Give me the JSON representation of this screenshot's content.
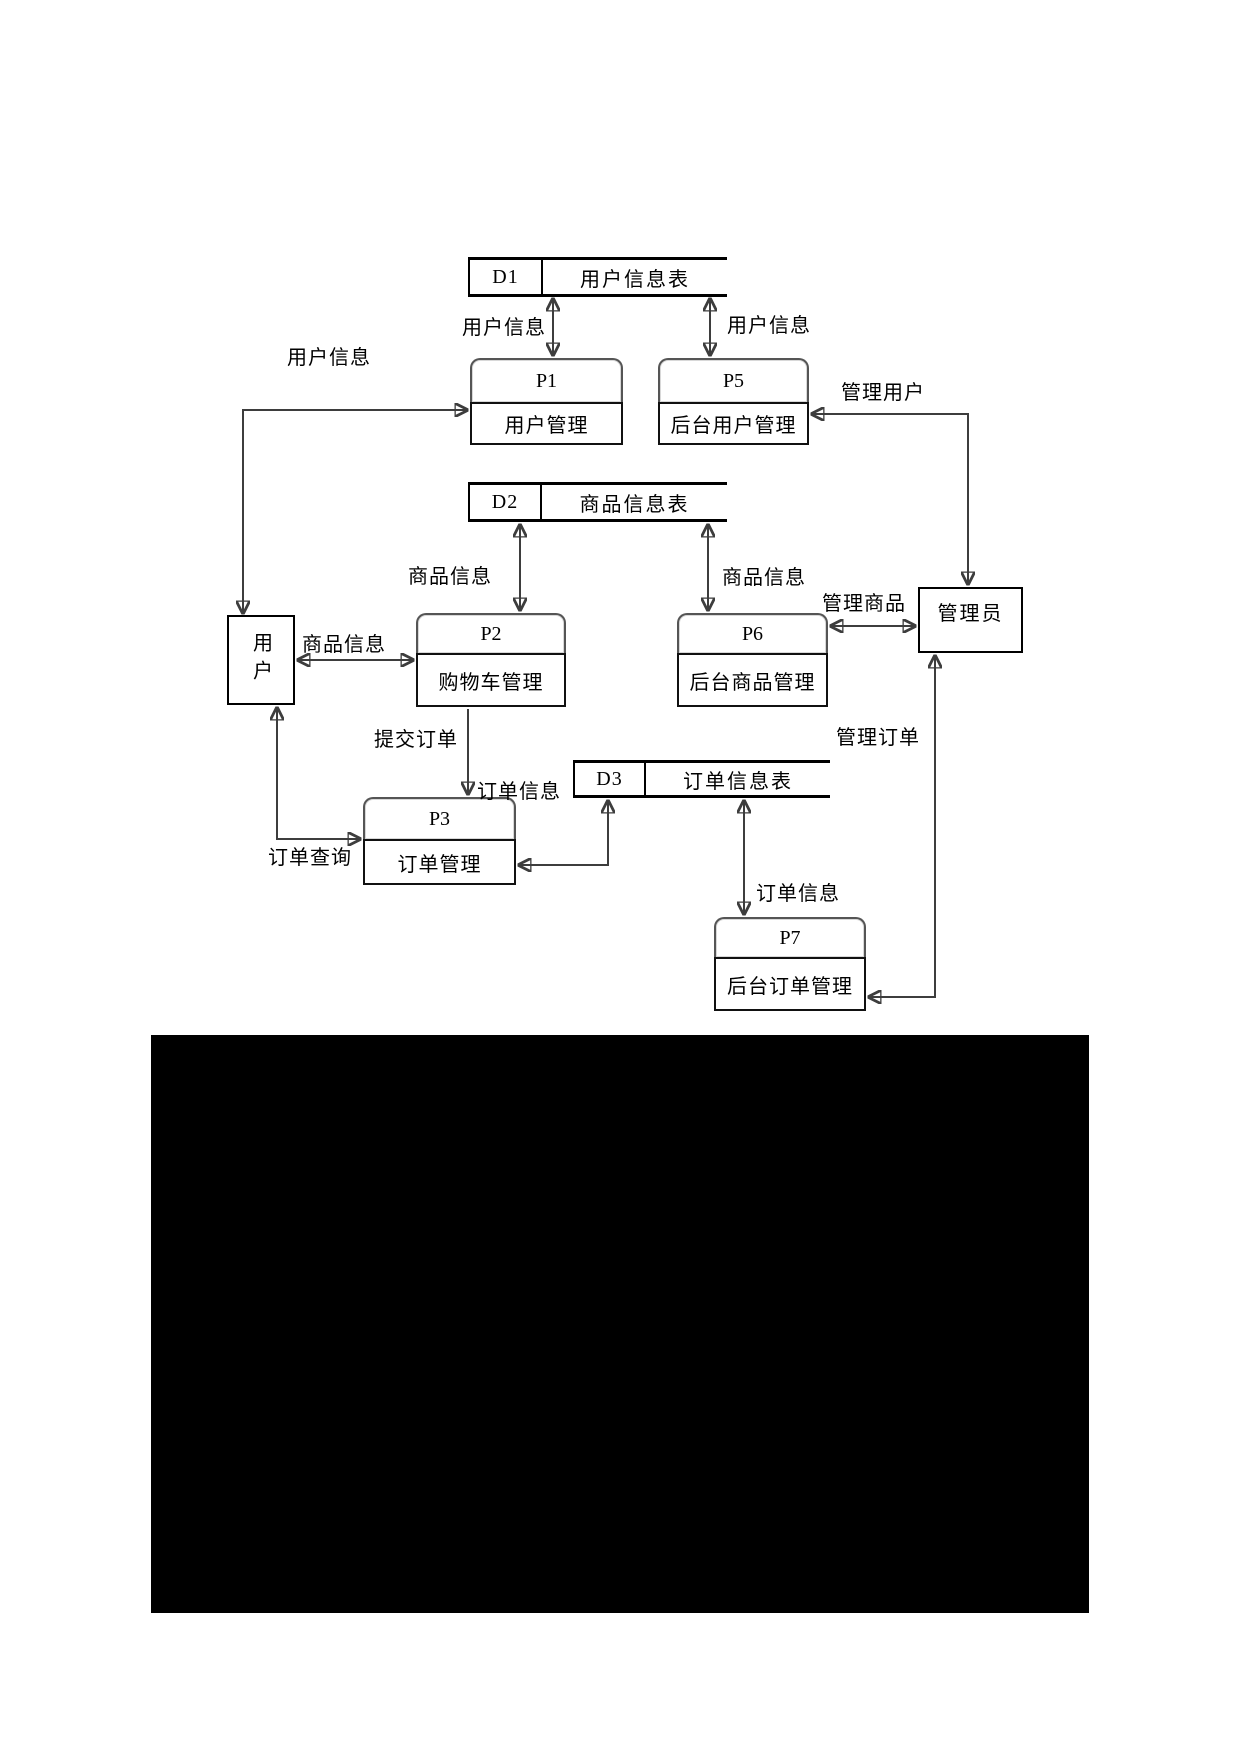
{
  "diagram": {
    "stores": [
      {
        "id": "D1",
        "label": "用户信息表"
      },
      {
        "id": "D2",
        "label": "商品信息表"
      },
      {
        "id": "D3",
        "label": "订单信息表"
      }
    ],
    "processes": [
      {
        "id": "P1",
        "label": "用户管理"
      },
      {
        "id": "P5",
        "label": "后台用户管理"
      },
      {
        "id": "P2",
        "label": "购物车管理"
      },
      {
        "id": "P6",
        "label": "后台商品管理"
      },
      {
        "id": "P3",
        "label": "订单管理"
      },
      {
        "id": "P7",
        "label": "后台订单管理"
      }
    ],
    "entities": [
      {
        "label": "用户"
      },
      {
        "label": "管理员"
      }
    ],
    "flows": {
      "user_info_d1_p1": "用户信息",
      "user_info_d1_p5": "用户信息",
      "user_info_user_p1": "用户信息",
      "manage_user": "管理用户",
      "product_info_d2_p2": "商品信息",
      "product_info_d2_p6": "商品信息",
      "product_info_user_p2": "商品信息",
      "manage_product": "管理商品",
      "submit_order": "提交订单",
      "order_info_p3_d3": "订单信息",
      "order_query": "订单查询",
      "order_info_d3_p7": "订单信息",
      "manage_order": "管理订单"
    },
    "colors": {
      "line": "#3d3d3d",
      "arrowhead": "#000000",
      "box_border": "#000000",
      "redaction": "#000000"
    }
  }
}
